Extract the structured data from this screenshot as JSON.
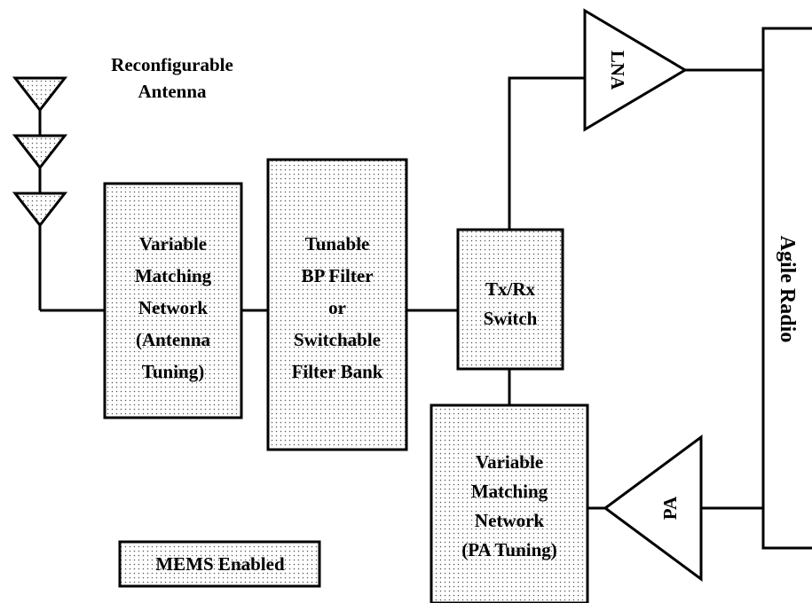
{
  "antenna": {
    "label_line1": "Reconfigurable",
    "label_line2": "Antenna"
  },
  "blocks": {
    "matching_antenna": [
      "Variable",
      "Matching",
      "Network",
      "(Antenna",
      "Tuning)"
    ],
    "filter": [
      "Tunable",
      "BP Filter",
      "or",
      "Switchable",
      "Filter Bank"
    ],
    "switch": [
      "Tx/Rx",
      "Switch"
    ],
    "matching_pa": [
      "Variable",
      "Matching",
      "Network",
      "(PA Tuning)"
    ]
  },
  "amplifiers": {
    "lna": "LNA",
    "pa": "PA"
  },
  "radio": {
    "label": "Agile Radio"
  },
  "legend": {
    "label": "MEMS Enabled"
  }
}
